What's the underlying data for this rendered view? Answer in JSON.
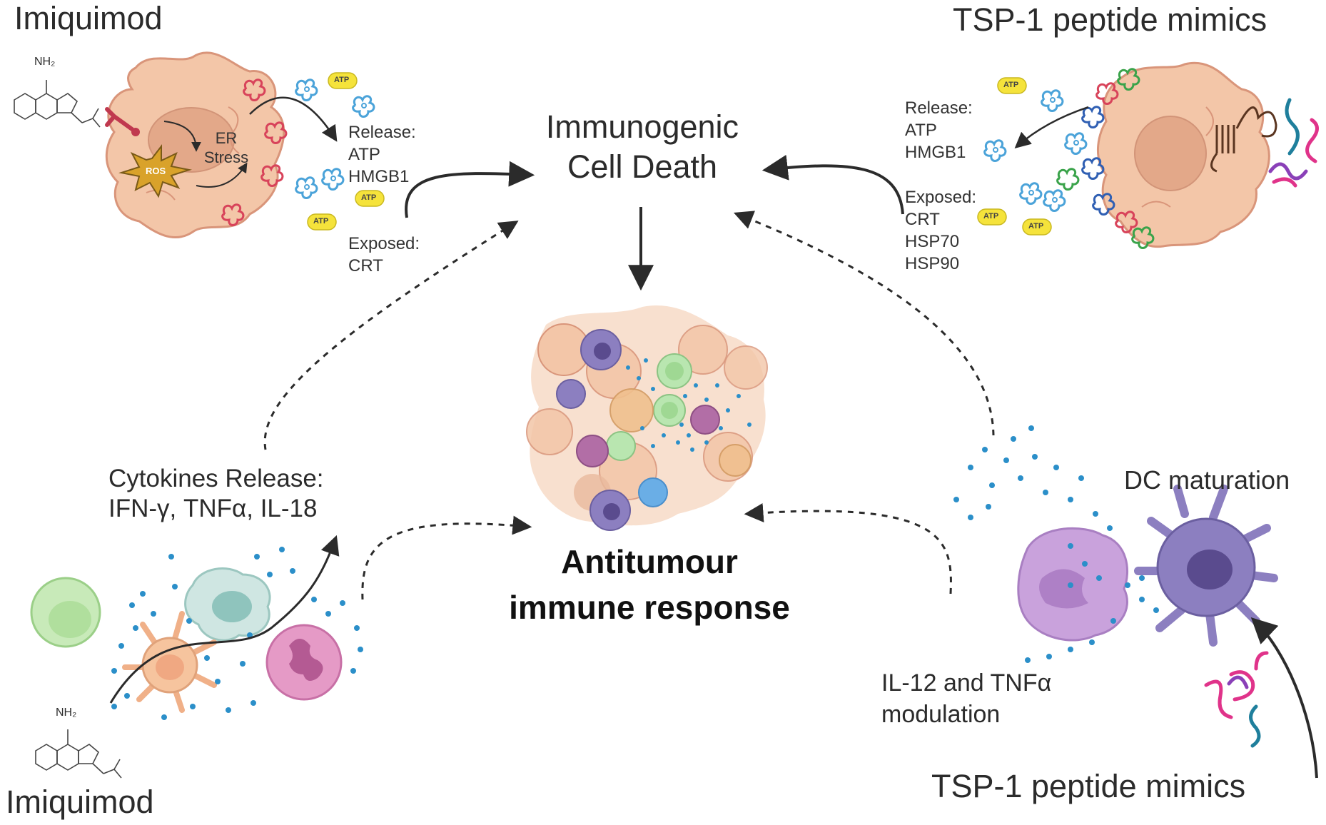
{
  "colors": {
    "tumour_cell": "#f3c6a8",
    "tumour_cell_dark": "#d9957a",
    "nucleus": "#e3a889",
    "atp": "#f5e33b",
    "hmgb1": "#4ba3d9",
    "crt": "#d8435a",
    "hsp": "#3aa34a",
    "peptide_pink": "#e0338a",
    "peptide_purple": "#8a40b8",
    "peptide_teal": "#1f7f9c",
    "dc": "#8c7fc0",
    "macrophage": "#c9a2dc",
    "arrow": "#2b2b2b",
    "cytokine_dot": "#2b8fc9"
  },
  "icons": {
    "ros_burst": "ros-burst-icon",
    "atp_capsule": "atp-capsule-icon",
    "hmgb1": "hmgb1-protein-icon",
    "crt": "calreticulin-icon",
    "imiquimod_structure": "imiquimod-molecule-icon"
  },
  "labels": {
    "imiquimod_top": "Imiquimod",
    "imiquimod_bottom": "Imiquimod",
    "nh2_top": "NH₂",
    "nh2_bottom": "NH₂",
    "tsp1_top": "TSP-1 peptide mimics",
    "tsp1_bottom": "TSP-1 peptide mimics",
    "icd_line1": "Immunogenic",
    "icd_line2": "Cell Death",
    "er_line1": "ER",
    "er_line2": "Stress",
    "ros": "ROS",
    "atp": "ATP",
    "left_release": [
      "Release:",
      "ATP",
      "HMGB1"
    ],
    "left_exposed": [
      "Exposed:",
      "CRT"
    ],
    "right_release": [
      "Release:",
      "ATP",
      "HMGB1"
    ],
    "right_exposed": [
      "Exposed:",
      "CRT",
      "HSP70",
      "HSP90"
    ],
    "cytokines_line1": "Cytokines Release:",
    "cytokines_line2": "IFN-γ, TNFα, IL-18",
    "antitumour_line1": "Antitumour",
    "antitumour_line2": "immune response",
    "dc_maturation": "DC maturation",
    "il12_line1": "IL-12 and TNFα",
    "il12_line2": "modulation"
  }
}
